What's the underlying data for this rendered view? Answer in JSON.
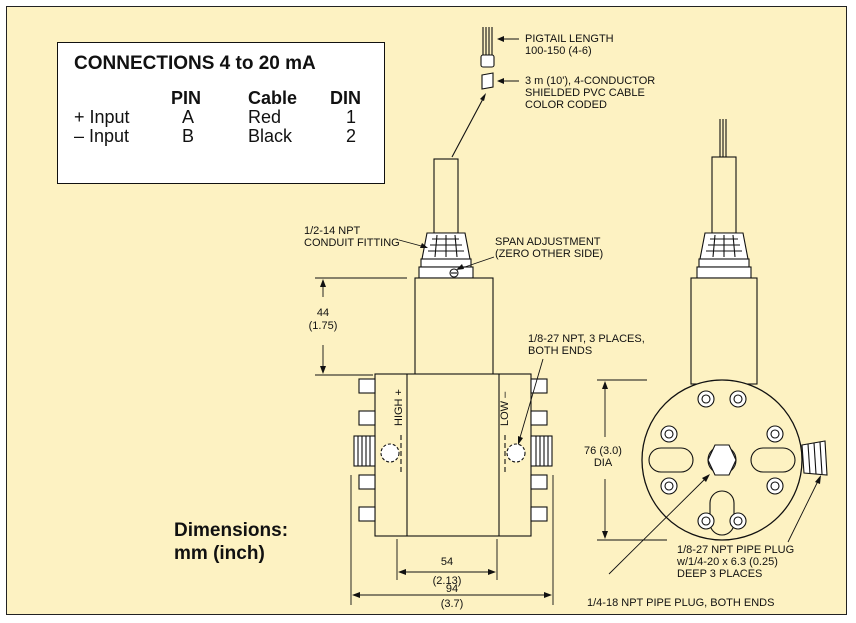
{
  "connections_table": {
    "title": "CONNECTIONS 4 to 20 mA",
    "headers": [
      "PIN",
      "Cable",
      "DIN"
    ],
    "rows": [
      {
        "label": "+ Input",
        "pin": "A",
        "cable": "Red",
        "din": "1"
      },
      {
        "label": "– Input",
        "pin": "B",
        "cable": "Black",
        "din": "2"
      }
    ]
  },
  "callouts": {
    "pigtail_1": "PIGTAIL LENGTH",
    "pigtail_2": "100-150 (4-6)",
    "cable_1": "3 m (10'), 4-CONDUCTOR",
    "cable_2": "SHIELDED PVC CABLE",
    "cable_3": "COLOR CODED",
    "conduit_1": "1/2-14 NPT",
    "conduit_2": "CONDUIT FITTING",
    "span_1": "SPAN ADJUSTMENT",
    "span_2": "(ZERO OTHER SIDE)",
    "npt_ports_1": "1/8-27 NPT, 3 PLACES,",
    "npt_ports_2": "BOTH ENDS",
    "plug_1": "1/8-27 NPT PIPE PLUG",
    "plug_2": "w/1/4-20 x 6.3 (0.25)",
    "plug_3": "DEEP 3 PLACES",
    "end_plug": "1/4-18 NPT PIPE PLUG, BOTH ENDS",
    "high_port": "HIGH +",
    "low_port": "LOW –"
  },
  "dimensions": {
    "height_mm": "44",
    "height_in": "(1.75)",
    "dia_mm": "76 (3.0)",
    "dia_label": "DIA",
    "inner_width_mm": "54",
    "inner_width_in": "(2.13)",
    "total_width_mm": "94",
    "total_width_in": "(3.7)"
  },
  "units_note": {
    "line1": "Dimensions:",
    "line2": "mm (inch)"
  },
  "colors": {
    "background": "#fdf2c2",
    "line": "#111111"
  }
}
